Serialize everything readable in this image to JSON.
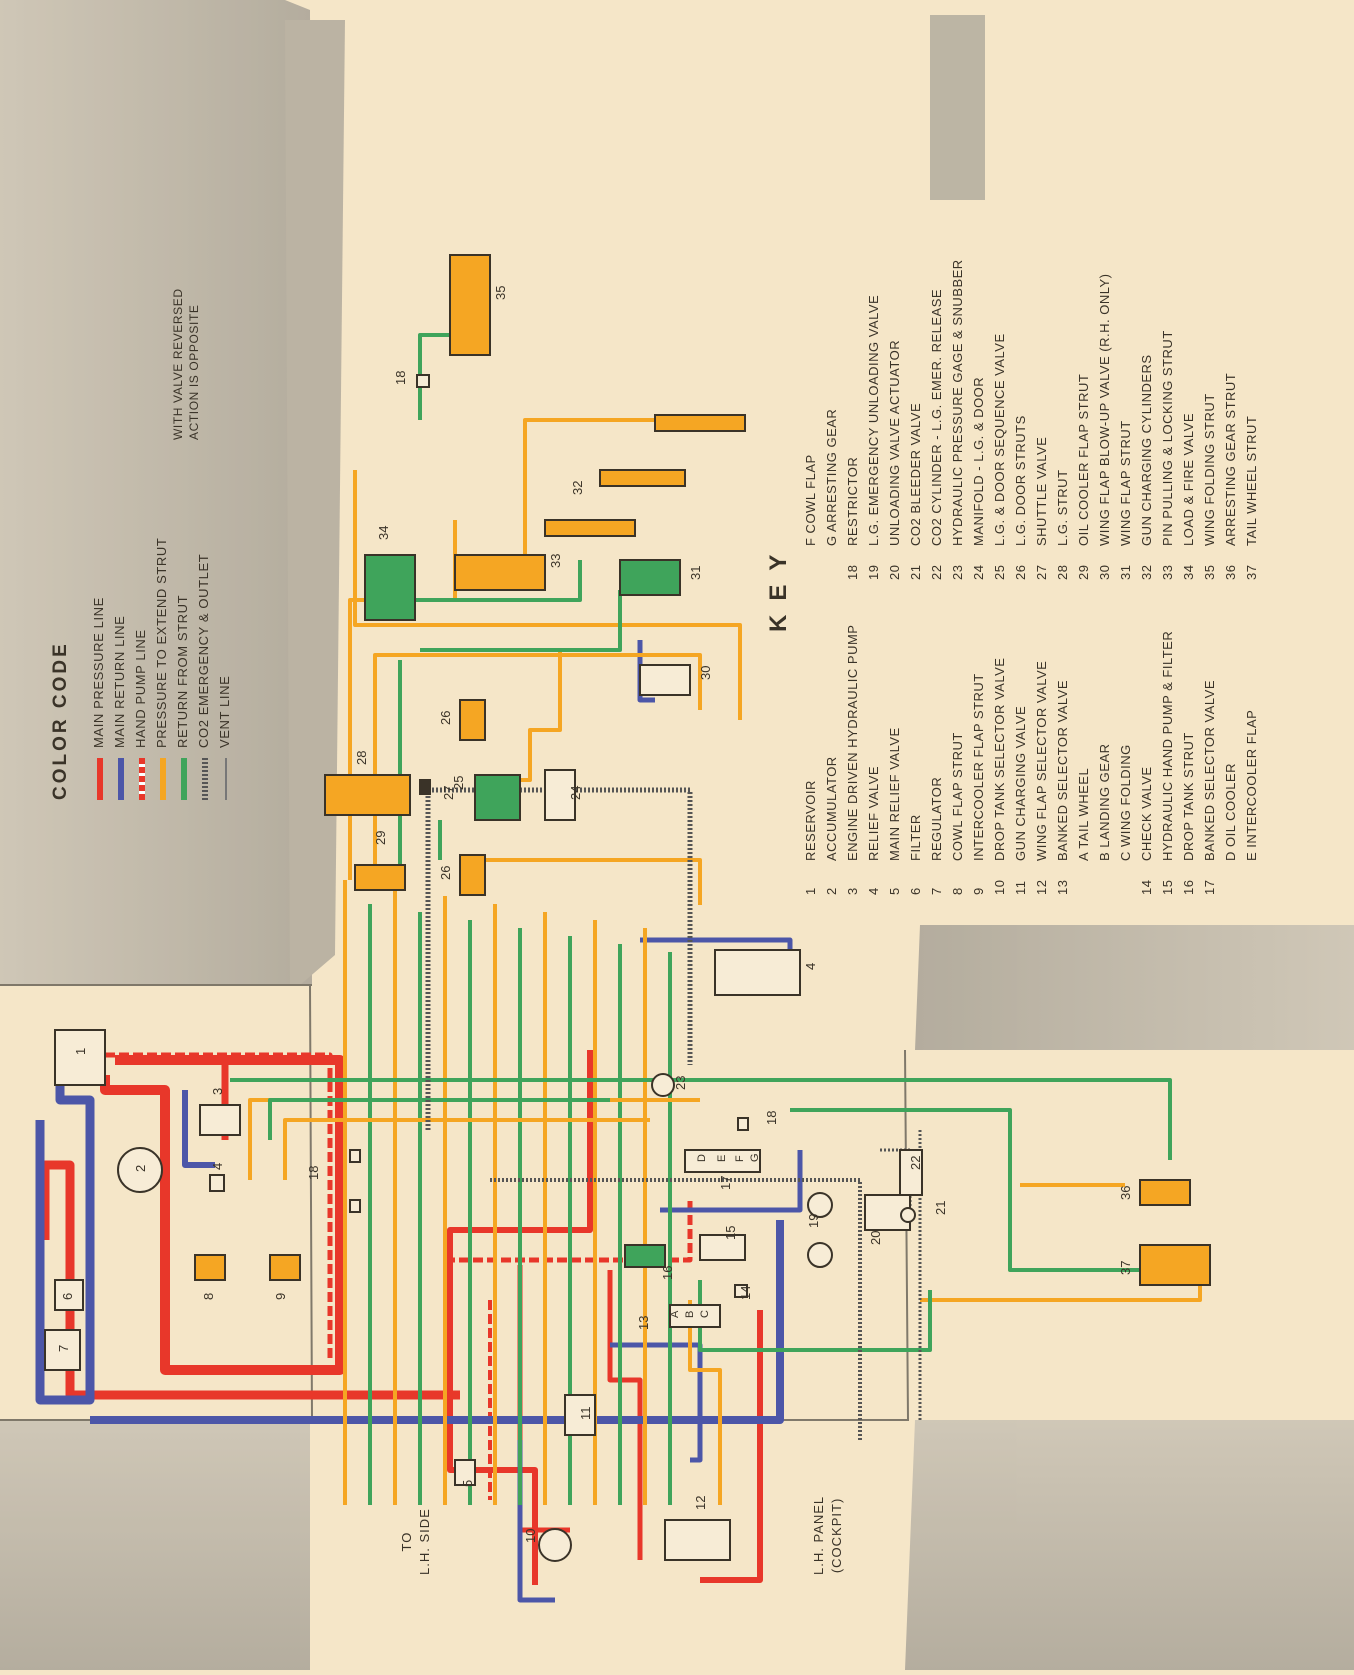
{
  "color_code": {
    "title": "COLOR CODE",
    "entries": [
      {
        "label": "MAIN PRESSURE LINE",
        "color": "#e8372a"
      },
      {
        "label": "MAIN RETURN LINE",
        "color": "#4c56a8"
      },
      {
        "label": "HAND PUMP LINE",
        "color": "#e8372a"
      },
      {
        "label": "PRESSURE TO EXTEND STRUT",
        "color": "#f5a623"
      },
      {
        "label": "RETURN FROM STRUT",
        "color": "#3fa45b"
      },
      {
        "label": "CO2 EMERGENCY & OUTLET",
        "color": "#555555"
      },
      {
        "label": "VENT LINE",
        "color": "#777777"
      }
    ],
    "bracket_note_1": "WITH VALVE REVERSED",
    "bracket_note_2": "ACTION IS OPPOSITE"
  },
  "key": {
    "title": "KEY",
    "col1": [
      {
        "n": "1",
        "t": "RESERVOIR"
      },
      {
        "n": "2",
        "t": "ACCUMULATOR"
      },
      {
        "n": "3",
        "t": "ENGINE DRIVEN HYDRAULIC PUMP"
      },
      {
        "n": "4",
        "t": "RELIEF VALVE"
      },
      {
        "n": "5",
        "t": "MAIN RELIEF VALVE"
      },
      {
        "n": "6",
        "t": "FILTER"
      },
      {
        "n": "7",
        "t": "REGULATOR"
      },
      {
        "n": "8",
        "t": "COWL FLAP STRUT"
      },
      {
        "n": "9",
        "t": "INTERCOOLER FLAP STRUT"
      },
      {
        "n": "10",
        "t": "DROP TANK SELECTOR VALVE"
      },
      {
        "n": "11",
        "t": "GUN CHARGING VALVE"
      },
      {
        "n": "12",
        "t": "WING FLAP SELECTOR VALVE"
      },
      {
        "n": "13",
        "t": "BANKED SELECTOR VALVE"
      },
      {
        "n": "",
        "t": "A  TAIL WHEEL"
      },
      {
        "n": "",
        "t": "B  LANDING GEAR"
      },
      {
        "n": "",
        "t": "C  WING FOLDING"
      },
      {
        "n": "14",
        "t": "CHECK VALVE"
      },
      {
        "n": "15",
        "t": "HYDRAULIC HAND PUMP & FILTER"
      },
      {
        "n": "16",
        "t": "DROP TANK STRUT"
      },
      {
        "n": "17",
        "t": "BANKED SELECTOR VALVE"
      },
      {
        "n": "",
        "t": "D  OIL COOLER"
      },
      {
        "n": "",
        "t": "E  INTERCOOLER FLAP"
      }
    ],
    "col2": [
      {
        "n": "",
        "t": "F  COWL FLAP"
      },
      {
        "n": "",
        "t": "G  ARRESTING GEAR"
      },
      {
        "n": "18",
        "t": "RESTRICTOR"
      },
      {
        "n": "19",
        "t": "L.G. EMERGENCY UNLOADING VALVE"
      },
      {
        "n": "20",
        "t": "UNLOADING VALVE ACTUATOR"
      },
      {
        "n": "21",
        "t": "CO2 BLEEDER VALVE"
      },
      {
        "n": "22",
        "t": "CO2 CYLINDER - L.G. EMER. RELEASE"
      },
      {
        "n": "23",
        "t": "HYDRAULIC PRESSURE GAGE & SNUBBER"
      },
      {
        "n": "24",
        "t": "MANIFOLD - L.G. & DOOR"
      },
      {
        "n": "25",
        "t": "L.G. & DOOR SEQUENCE VALVE"
      },
      {
        "n": "26",
        "t": "L.G. DOOR STRUTS"
      },
      {
        "n": "27",
        "t": "SHUTTLE VALVE"
      },
      {
        "n": "28",
        "t": "L.G. STRUT"
      },
      {
        "n": "29",
        "t": "OIL COOLER FLAP STRUT"
      },
      {
        "n": "30",
        "t": "WING FLAP BLOW-UP VALVE    (R.H. ONLY)"
      },
      {
        "n": "31",
        "t": "WING FLAP STRUT"
      },
      {
        "n": "32",
        "t": "GUN CHARGING CYLINDERS"
      },
      {
        "n": "33",
        "t": "PIN PULLING & LOCKING STRUT"
      },
      {
        "n": "34",
        "t": "LOAD & FIRE VALVE"
      },
      {
        "n": "35",
        "t": "WING FOLDING STRUT"
      },
      {
        "n": "36",
        "t": "ARRESTING GEAR STRUT"
      },
      {
        "n": "37",
        "t": "TAIL WHEEL STRUT"
      }
    ]
  },
  "labels": {
    "to_lh_side_1": "TO",
    "to_lh_side_2": "L.H. SIDE",
    "lh_panel_1": "L.H. PANEL",
    "lh_panel_2": "(COCKPIT)"
  },
  "components": [
    {
      "id": "1"
    },
    {
      "id": "2"
    },
    {
      "id": "3"
    },
    {
      "id": "4"
    },
    {
      "id": "5"
    },
    {
      "id": "6"
    },
    {
      "id": "7"
    },
    {
      "id": "8"
    },
    {
      "id": "9"
    },
    {
      "id": "10"
    },
    {
      "id": "11"
    },
    {
      "id": "12"
    },
    {
      "id": "13"
    },
    {
      "id": "14"
    },
    {
      "id": "15"
    },
    {
      "id": "16"
    },
    {
      "id": "17"
    },
    {
      "id": "18"
    },
    {
      "id": "19"
    },
    {
      "id": "20"
    },
    {
      "id": "21"
    },
    {
      "id": "22"
    },
    {
      "id": "23"
    },
    {
      "id": "24"
    },
    {
      "id": "25"
    },
    {
      "id": "26"
    },
    {
      "id": "27"
    },
    {
      "id": "28"
    },
    {
      "id": "29"
    },
    {
      "id": "30"
    },
    {
      "id": "31"
    },
    {
      "id": "32"
    },
    {
      "id": "33"
    },
    {
      "id": "34"
    },
    {
      "id": "35"
    },
    {
      "id": "36"
    },
    {
      "id": "37"
    }
  ],
  "valve_ports": [
    "D",
    "E",
    "F",
    "G",
    "A",
    "B",
    "C"
  ],
  "colors": {
    "pressure": "#e8372a",
    "return": "#4c56a8",
    "extend": "#f5a623",
    "retract": "#3fa45b",
    "co2": "#555555",
    "background": "#f5e6c8",
    "fuselage": "#b9b3a6"
  }
}
